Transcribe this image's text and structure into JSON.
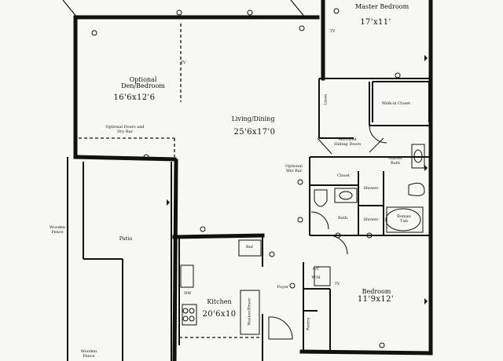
{
  "plan": {
    "master_bedroom": {
      "name": "Master Bedroom",
      "dims": "17'x11'"
    },
    "den": {
      "name": "Optional Den/Bedroom",
      "dims": "16'6x12'6"
    },
    "living": {
      "name": "Living/Dining",
      "dims": "25'6x17'0"
    },
    "bedroom": {
      "name": "Bedroom",
      "dims": "11'9x12'"
    },
    "kitchen": {
      "name": "Kitchen",
      "dims": "20'6x10"
    },
    "patio": "Patio",
    "walk_in_closet": "Walk-in Closet",
    "master_bath": "Master Bath",
    "mirrored_doors": "Mirrored Sliding Doors",
    "optional_wet_bar": "Optional Wet Bar",
    "optional_doors": "Optional Doors and Dry Bar",
    "closet": "Closet",
    "shower": "Shower",
    "roman_tub": "Roman Tub",
    "bath": "Bath",
    "linen": "Linen",
    "foyer": "Foyer",
    "wh": "W/H",
    "ac": "A/C",
    "tv": "TV",
    "wooden_fence": "Wooden Fence",
    "ref": "Ref.",
    "dw": "DW",
    "washer_dryer": "Washer/Dryer",
    "pantry": "Pantry",
    "den_tv": "TV"
  }
}
